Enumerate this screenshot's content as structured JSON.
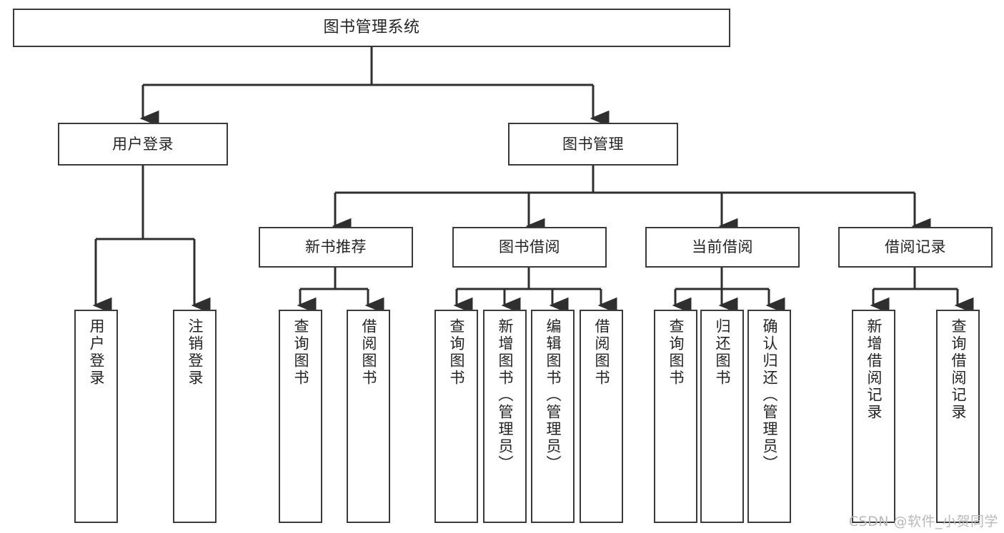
{
  "diagram": {
    "title": "图书管理系统",
    "type": "tree-hierarchy-chart",
    "watermark": "CSDN @软件_小贺同学",
    "colors": {
      "box_border": "#3a3a3a",
      "box_fill": "#ffffff",
      "connector": "#2f2f2f",
      "text": "#242424",
      "watermark": "#b9b9b9",
      "background": "#ffffff"
    },
    "root": {
      "label": "图书管理系统"
    },
    "level2": [
      {
        "label": "用户登录"
      },
      {
        "label": "图书管理"
      }
    ],
    "level3": [
      {
        "label": "新书推荐"
      },
      {
        "label": "图书借阅"
      },
      {
        "label": "当前借阅"
      },
      {
        "label": "借阅记录"
      }
    ],
    "leaves": {
      "user_login": [
        {
          "label": "用户登录"
        },
        {
          "label": "注销登录"
        }
      ],
      "new_book_recommend": [
        {
          "label": "查询图书"
        },
        {
          "label": "借阅图书"
        }
      ],
      "book_borrow": [
        {
          "label": "查询图书"
        },
        {
          "label": "新增图书（管理员）"
        },
        {
          "label": "编辑图书（管理员）"
        },
        {
          "label": "借阅图书"
        }
      ],
      "current_borrow": [
        {
          "label": "查询图书"
        },
        {
          "label": "归还图书"
        },
        {
          "label": "确认归还（管理员）"
        }
      ],
      "borrow_record": [
        {
          "label": "新增借阅记录"
        },
        {
          "label": "查询借阅记录"
        }
      ]
    }
  }
}
